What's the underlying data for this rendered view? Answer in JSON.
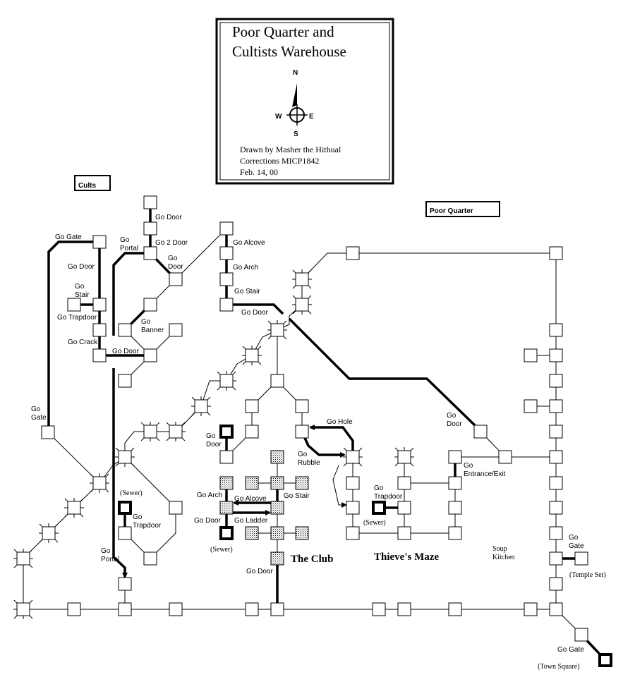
{
  "title_box": {
    "title_lines": [
      "Poor Quarter and",
      "Cultists Warehouse"
    ],
    "compass": {
      "n": "N",
      "s": "S",
      "e": "E",
      "w": "W"
    },
    "credits": [
      "Drawn by Masher the Hithual",
      "Corrections MICP1842",
      "Feb. 14, 00"
    ]
  },
  "regions": {
    "cults": "Cults",
    "poor_quarter": "Poor Quarter",
    "the_club": "The Club",
    "thieves_maze": "Thieve's Maze"
  },
  "labels": [
    "Go Door",
    "Go 2 Door",
    "Go\nPortal",
    "Go\nDoor",
    "Go Gate",
    "Go Door",
    "Go\nStair",
    "Go Trapdoor",
    "Go Crack",
    "Go\nBanner",
    "Go Door",
    "Go Alcove",
    "Go Arch",
    "Go Stair",
    "Go Door",
    "Go\nGate",
    "Go\nDoor",
    "Go Hole",
    "Go\nRubble",
    "Go\nDoor",
    "Go\nEntrance/Exit",
    "(Sewer)",
    "Go\nTrapdoor",
    "Go\nPortal",
    "Go Arch",
    "Go Alcove",
    "Go Stair",
    "Go Door",
    "Go Ladder",
    "(Sewer)",
    "Go Door",
    "Go\nTrapdoor",
    "(Sewer)",
    "Soup\nKitchen",
    "Go\nGate",
    "(Temple Set)",
    "Go Gate",
    "(Town Square)"
  ],
  "colors": {
    "ink": "#000000",
    "background": "#ffffff"
  }
}
